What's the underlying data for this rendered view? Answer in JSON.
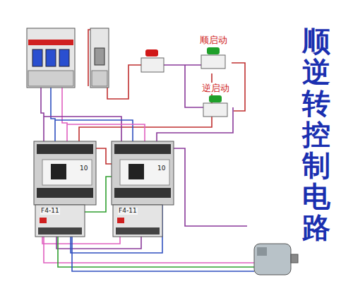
{
  "diagram": {
    "title": "顺逆转控制电路",
    "nodes": [
      {
        "text": [
          "顺启动"
        ]
      },
      {
        "text": [
          "逆启动"
        ]
      }
    ],
    "edges": [
      {
        "from": 0,
        "to": 1,
        "arrow": "none"
      }
    ],
    "labels": [
      "10",
      "F4-11",
      "10",
      "F4-11"
    ]
  }
}
